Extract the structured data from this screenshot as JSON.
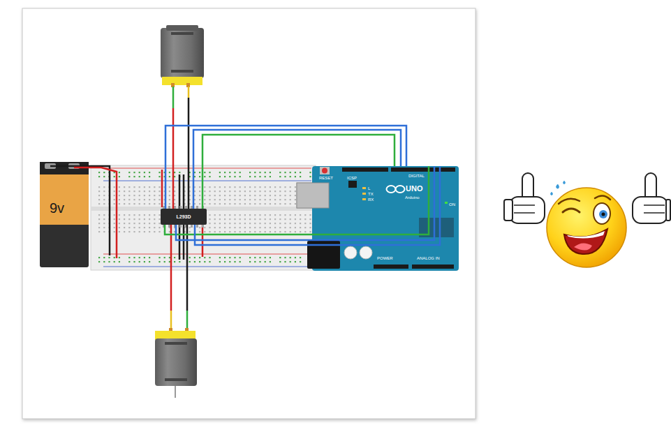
{
  "diagram": {
    "nodes": [
      {
        "text": [
          "9v"
        ]
      },
      {
        "text": [
          "L293D"
        ]
      },
      {
        "text": [
          "RESET",
          "ICSP",
          "L",
          "TX",
          "RX",
          "UNO",
          "Arduino",
          "DIGITAL",
          "ON",
          "POWER",
          "ANALOG IN"
        ]
      }
    ],
    "edges": [
      {
        "from": 1,
        "to": 2,
        "arrow": "none"
      },
      {
        "from": 1,
        "to": 2,
        "arrow": "none"
      },
      {
        "from": 1,
        "to": 2,
        "arrow": "none"
      },
      {
        "from": 1,
        "to": 2,
        "arrow": "none"
      },
      {
        "from": 1,
        "to": 2,
        "arrow": "none"
      },
      {
        "from": 1,
        "to": 2,
        "arrow": "none"
      }
    ]
  }
}
